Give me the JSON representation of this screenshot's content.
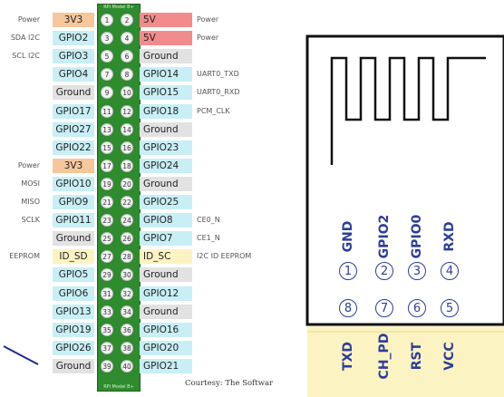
{
  "rpi": {
    "board_top_note": "RPi Model B+",
    "board_bottom_note": "RPi Model B+",
    "courtesy": "Courtesy: The Softwar",
    "rows": [
      {
        "left_func": "Power",
        "left_label": "3V3",
        "left_color": "#f6c79a",
        "left_pin": "1",
        "right_pin": "2",
        "right_label": "5V",
        "right_color": "#f28c8c",
        "right_func": "Power"
      },
      {
        "left_func": "SDA I2C",
        "left_label": "GPIO2",
        "left_color": "#c8eff5",
        "left_pin": "3",
        "right_pin": "4",
        "right_label": "5V",
        "right_color": "#f28c8c",
        "right_func": "Power"
      },
      {
        "left_func": "SCL I2C",
        "left_label": "GPIO3",
        "left_color": "#c8eff5",
        "left_pin": "5",
        "right_pin": "6",
        "right_label": "Ground",
        "right_color": "#e2e2e2",
        "right_func": ""
      },
      {
        "left_func": "",
        "left_label": "GPIO4",
        "left_color": "#c8eff5",
        "left_pin": "7",
        "right_pin": "8",
        "right_label": "GPIO14",
        "right_color": "#c8eff5",
        "right_func": "UART0_TXD"
      },
      {
        "left_func": "",
        "left_label": "Ground",
        "left_color": "#e2e2e2",
        "left_pin": "9",
        "right_pin": "10",
        "right_label": "GPIO15",
        "right_color": "#c8eff5",
        "right_func": "UART0_RXD"
      },
      {
        "left_func": "",
        "left_label": "GPIO17",
        "left_color": "#c8eff5",
        "left_pin": "11",
        "right_pin": "12",
        "right_label": "GPIO18",
        "right_color": "#c8eff5",
        "right_func": "PCM_CLK"
      },
      {
        "left_func": "",
        "left_label": "GPIO27",
        "left_color": "#c8eff5",
        "left_pin": "13",
        "right_pin": "14",
        "right_label": "Ground",
        "right_color": "#e2e2e2",
        "right_func": ""
      },
      {
        "left_func": "",
        "left_label": "GPIO22",
        "left_color": "#c8eff5",
        "left_pin": "15",
        "right_pin": "16",
        "right_label": "GPIO23",
        "right_color": "#c8eff5",
        "right_func": ""
      },
      {
        "left_func": "Power",
        "left_label": "3V3",
        "left_color": "#f6c79a",
        "left_pin": "17",
        "right_pin": "18",
        "right_label": "GPIO24",
        "right_color": "#c8eff5",
        "right_func": ""
      },
      {
        "left_func": "MOSI",
        "left_label": "GPIO10",
        "left_color": "#c8eff5",
        "left_pin": "19",
        "right_pin": "20",
        "right_label": "Ground",
        "right_color": "#e2e2e2",
        "right_func": ""
      },
      {
        "left_func": "MISO",
        "left_label": "GPIO9",
        "left_color": "#c8eff5",
        "left_pin": "21",
        "right_pin": "22",
        "right_label": "GPIO25",
        "right_color": "#c8eff5",
        "right_func": ""
      },
      {
        "left_func": "SCLK",
        "left_label": "GPIO11",
        "left_color": "#c8eff5",
        "left_pin": "23",
        "right_pin": "24",
        "right_label": "GPIO8",
        "right_color": "#c8eff5",
        "right_func": "CE0_N"
      },
      {
        "left_func": "",
        "left_label": "Ground",
        "left_color": "#e2e2e2",
        "left_pin": "25",
        "right_pin": "26",
        "right_label": "GPIO7",
        "right_color": "#c8eff5",
        "right_func": "CE1_N"
      },
      {
        "left_func": "EEPROM",
        "left_label": "ID_SD",
        "left_color": "#fbf3c2",
        "left_pin": "27",
        "right_pin": "28",
        "right_label": "ID_SC",
        "right_color": "#fbf3c2",
        "right_func": "I2C ID EEPROM"
      },
      {
        "left_func": "",
        "left_label": "GPIO5",
        "left_color": "#c8eff5",
        "left_pin": "29",
        "right_pin": "30",
        "right_label": "Ground",
        "right_color": "#e2e2e2",
        "right_func": ""
      },
      {
        "left_func": "",
        "left_label": "GPIO6",
        "left_color": "#c8eff5",
        "left_pin": "31",
        "right_pin": "32",
        "right_label": "GPIO12",
        "right_color": "#c8eff5",
        "right_func": ""
      },
      {
        "left_func": "",
        "left_label": "GPIO13",
        "left_color": "#c8eff5",
        "left_pin": "33",
        "right_pin": "34",
        "right_label": "Ground",
        "right_color": "#e2e2e2",
        "right_func": ""
      },
      {
        "left_func": "",
        "left_label": "GPIO19",
        "left_color": "#c8eff5",
        "left_pin": "35",
        "right_pin": "36",
        "right_label": "GPIO16",
        "right_color": "#c8eff5",
        "right_func": ""
      },
      {
        "left_func": "",
        "left_label": "GPIO26",
        "left_color": "#c8eff5",
        "left_pin": "37",
        "right_pin": "38",
        "right_label": "GPIO20",
        "right_color": "#c8eff5",
        "right_func": ""
      },
      {
        "left_func": "",
        "left_label": "Ground",
        "left_color": "#e2e2e2",
        "left_pin": "39",
        "right_pin": "40",
        "right_label": "GPIO21",
        "right_color": "#c8eff5",
        "right_func": ""
      }
    ]
  },
  "esp": {
    "top_labels": [
      "GND",
      "GPIO2",
      "GPIO0",
      "RXD"
    ],
    "top_numbers": [
      "1",
      "2",
      "3",
      "4"
    ],
    "bottom_numbers": [
      "8",
      "7",
      "6",
      "5"
    ],
    "bottom_labels": [
      "TXD",
      "CH_PD",
      "RST",
      "VCC"
    ],
    "colors": {
      "label": "#2b3e9b",
      "outline": "#111111",
      "header": "#fbf3c2"
    }
  },
  "colors": {
    "board": "#2e8b2e",
    "board_edge": "#1f5f1f"
  }
}
